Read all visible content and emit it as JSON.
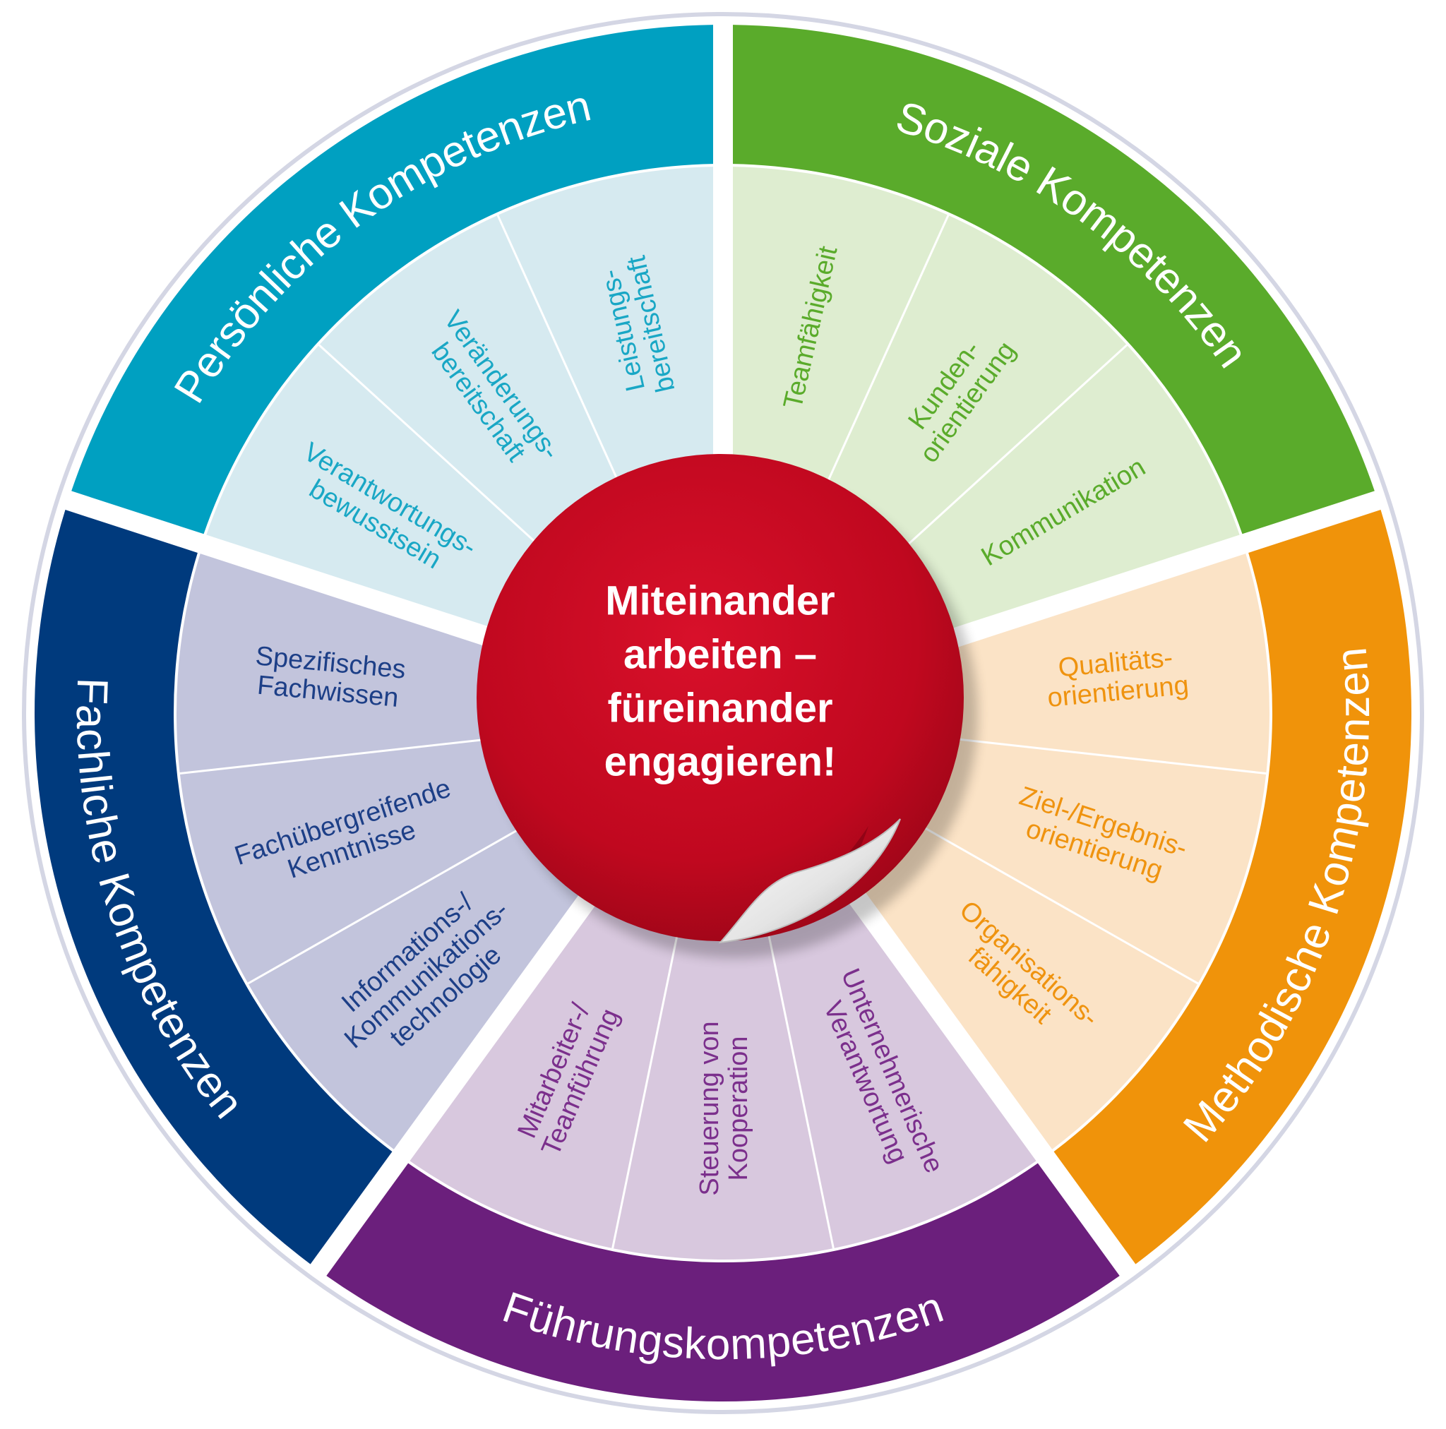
{
  "center": {
    "lines": [
      "Miteinander",
      "arbeiten –",
      "füreinander",
      "engagieren!"
    ],
    "color": "#c0081f"
  },
  "segments": [
    {
      "key": "persoenliche",
      "title": "Persönliche Kompetenzen",
      "outer_color": "#00a0c1",
      "inner_color": "#d6eaf0",
      "text_color": "#19a7c5",
      "items": [
        {
          "lines": [
            "Verantwortungs-",
            "bewusstsein"
          ]
        },
        {
          "lines": [
            "Veränderungs-",
            "bereitschaft"
          ]
        },
        {
          "lines": [
            "Leistungs-",
            "bereitschaft"
          ]
        }
      ]
    },
    {
      "key": "soziale",
      "title": "Soziale Kompetenzen",
      "outer_color": "#5aab2b",
      "inner_color": "#deedd0",
      "text_color": "#5aab2b",
      "items": [
        {
          "lines": [
            "Teamfähigkeit"
          ]
        },
        {
          "lines": [
            "Kunden-",
            "orientierung"
          ]
        },
        {
          "lines": [
            "Kommunikation"
          ]
        }
      ]
    },
    {
      "key": "methodische",
      "title": "Methodische Kompetenzen",
      "outer_color": "#f0930a",
      "inner_color": "#fbe3c6",
      "text_color": "#ef930f",
      "items": [
        {
          "lines": [
            "Qualitäts-",
            "orientierung"
          ]
        },
        {
          "lines": [
            "Ziel-/Ergebnis-",
            "orientierung"
          ]
        },
        {
          "lines": [
            "Organisations-",
            "fähigkeit"
          ]
        }
      ]
    },
    {
      "key": "fuehrung",
      "title": "Führungskompetenzen",
      "outer_color": "#6b1f7c",
      "inner_color": "#d8c8de",
      "text_color": "#7b2f8c",
      "items": [
        {
          "lines": [
            "Unternehmerische",
            "Verantwortung"
          ]
        },
        {
          "lines": [
            "Steuerung von",
            "Kooperation"
          ]
        },
        {
          "lines": [
            "Mitarbeiter-/",
            "Teamführung"
          ]
        }
      ]
    },
    {
      "key": "fachliche",
      "title": "Fachliche Kompetenzen",
      "outer_color": "#003a7d",
      "inner_color": "#c2c4dc",
      "text_color": "#1d3f87",
      "items": [
        {
          "lines": [
            "Informations-/",
            "Kommunikations-",
            "technologie"
          ]
        },
        {
          "lines": [
            "Fachübergreifende",
            "Kenntnisse"
          ]
        },
        {
          "lines": [
            "Spezifisches",
            "Fachwissen"
          ]
        }
      ]
    }
  ]
}
